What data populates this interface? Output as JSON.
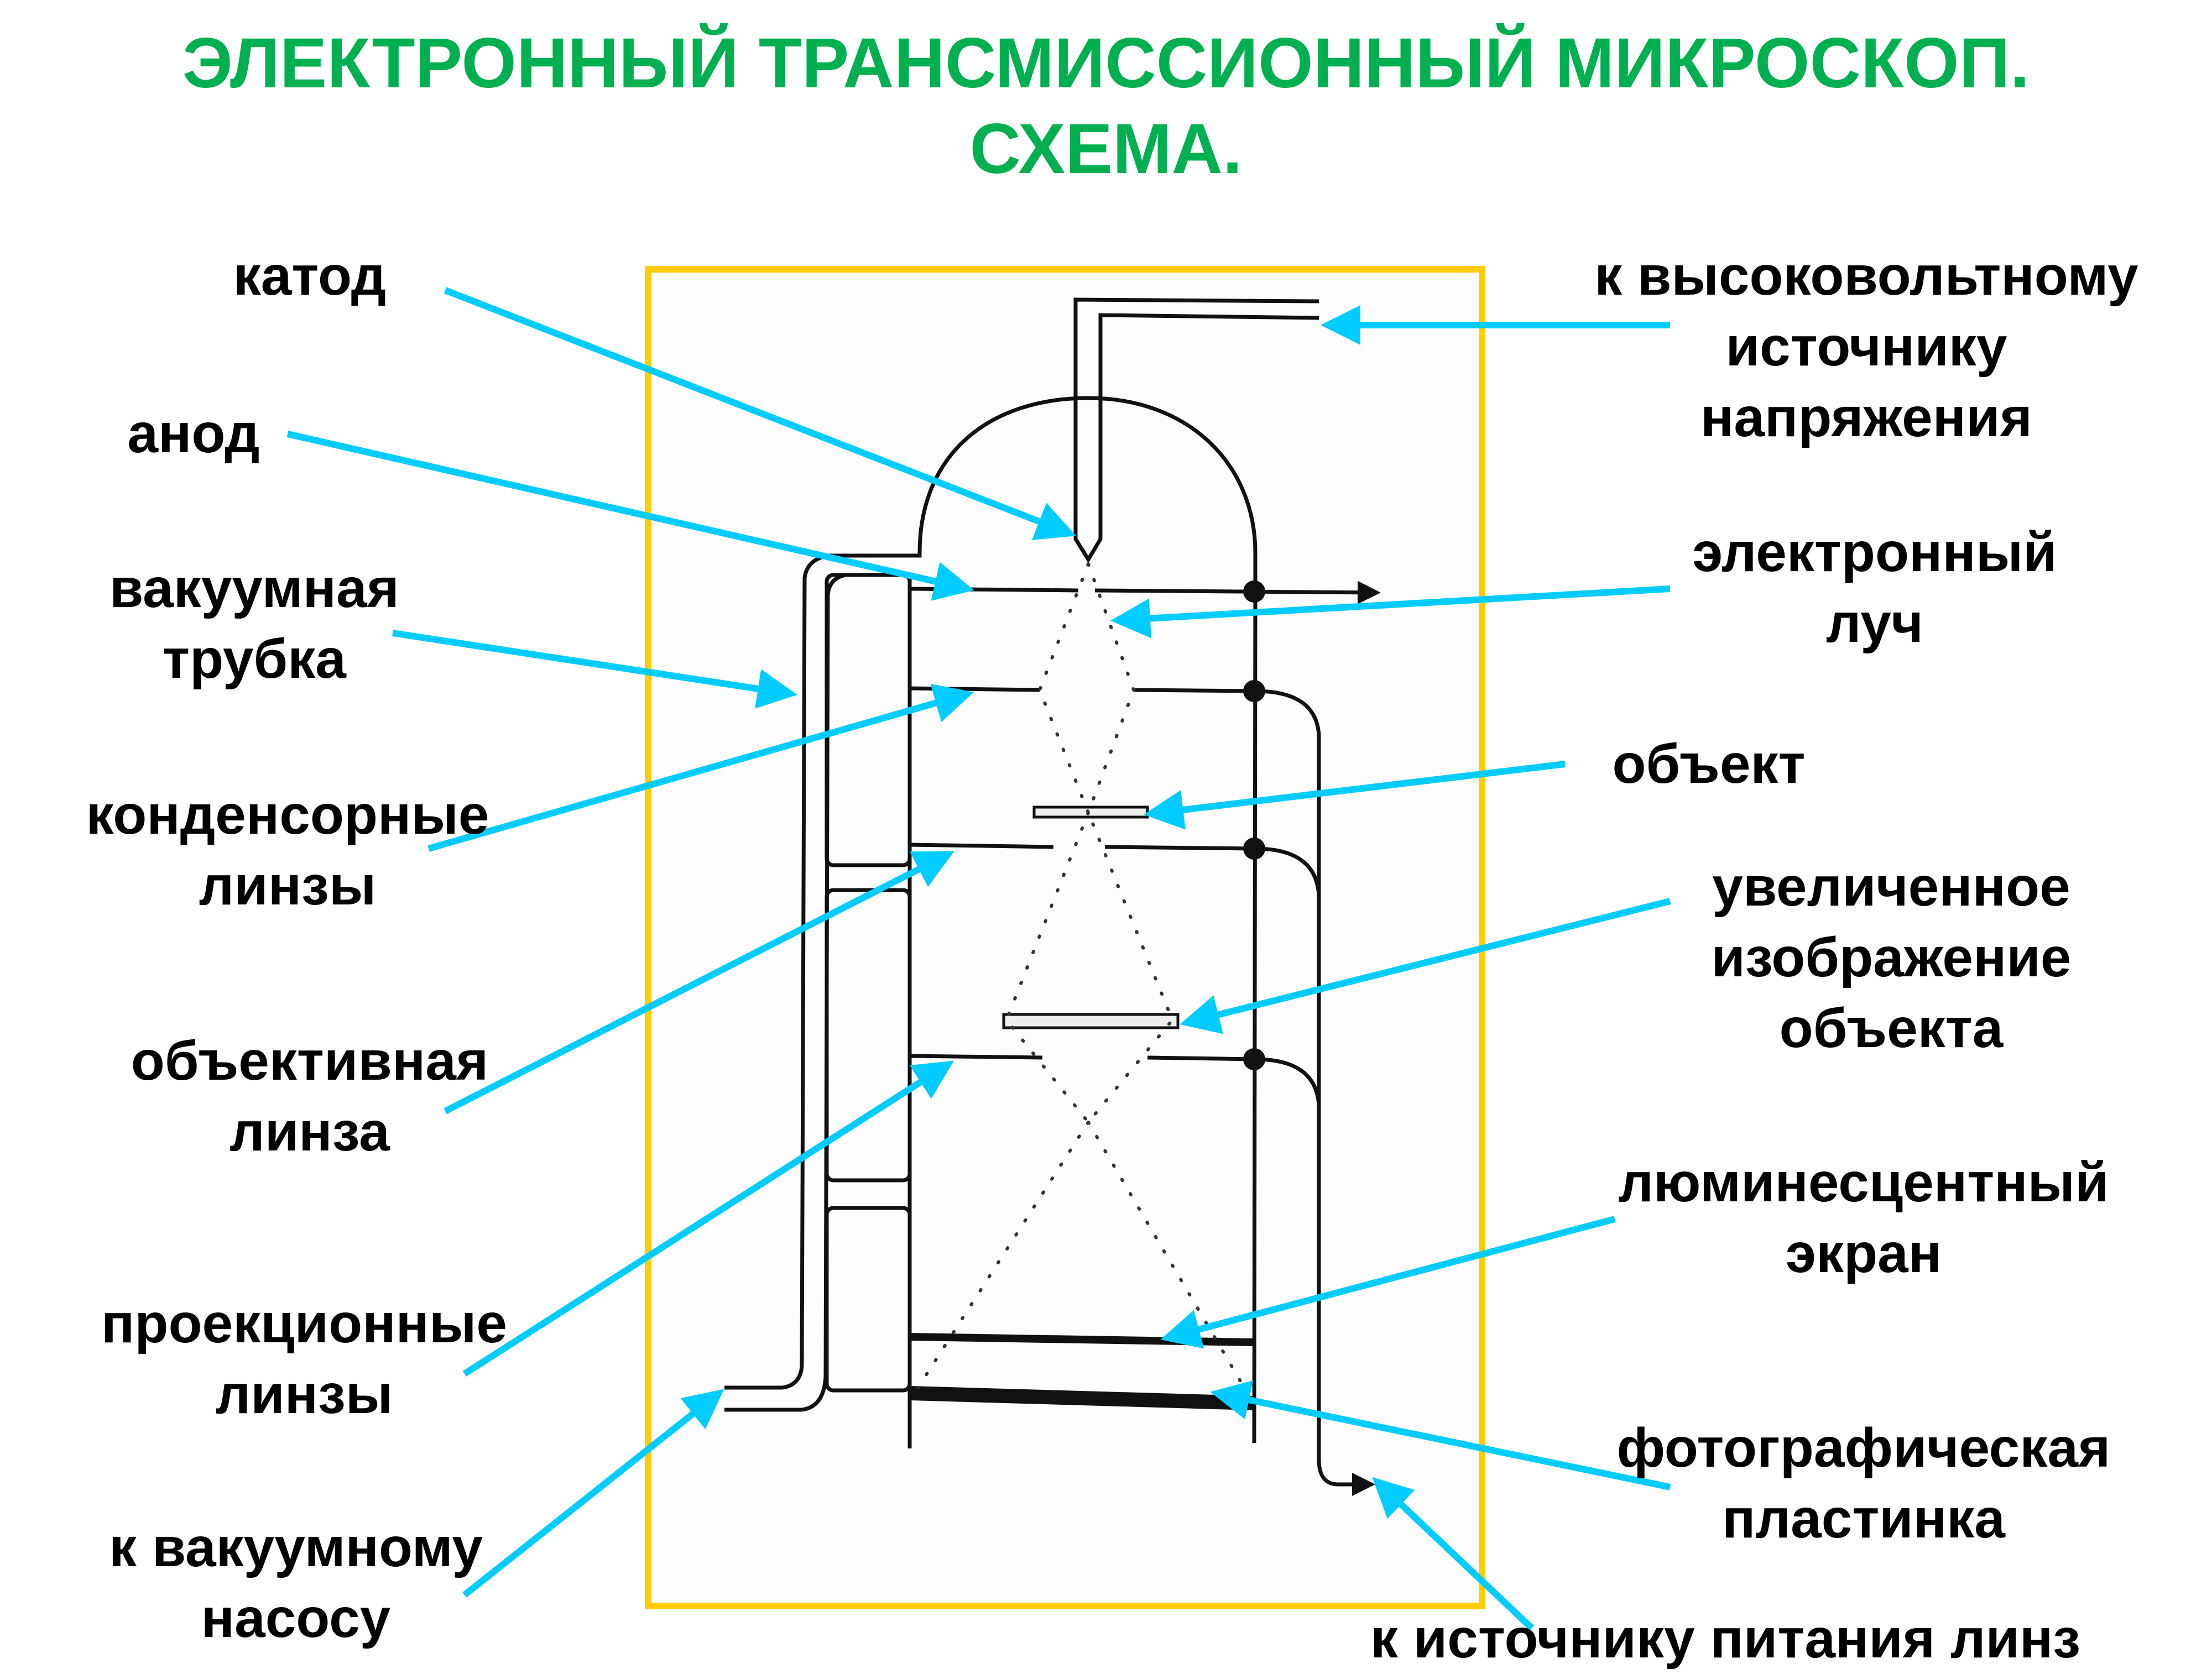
{
  "title": {
    "line1": "ЭЛЕКТРОННЫЙ ТРАНСМИССИОННЫЙ МИКРОСКОП.",
    "line2": "СХЕМА.",
    "color": "#00B050"
  },
  "colors": {
    "frame": "#FFCC00",
    "arrow": "#00CCFF",
    "drawing": "#111111"
  },
  "labels_left": [
    {
      "id": "cathode",
      "lines": [
        "катод"
      ]
    },
    {
      "id": "anode",
      "lines": [
        "анод"
      ]
    },
    {
      "id": "vacuum-tube",
      "lines": [
        "вакуумная",
        "трубка"
      ]
    },
    {
      "id": "condenser-lenses",
      "lines": [
        "конденсорные",
        "линзы"
      ]
    },
    {
      "id": "objective-lens",
      "lines": [
        "объективная",
        "линза"
      ]
    },
    {
      "id": "projection-lenses",
      "lines": [
        "проекционные",
        "линзы"
      ]
    },
    {
      "id": "to-vacuum-pump",
      "lines": [
        "к вакуумному",
        "насосу"
      ]
    }
  ],
  "labels_right": [
    {
      "id": "to-high-voltage-source",
      "lines": [
        "к высоковольтному",
        "источнику",
        "напряжения"
      ]
    },
    {
      "id": "electron-beam",
      "lines": [
        "электронный",
        "луч"
      ]
    },
    {
      "id": "object",
      "lines": [
        "объект"
      ]
    },
    {
      "id": "magnified-image",
      "lines": [
        "увеличенное",
        "изображение",
        "объекта"
      ]
    },
    {
      "id": "luminescent-screen",
      "lines": [
        "люминесцентный",
        "экран"
      ]
    },
    {
      "id": "photographic-plate",
      "lines": [
        "фотографическая",
        "пластинка"
      ]
    }
  ],
  "label_bottom": {
    "id": "to-lens-power-source",
    "lines": [
      "к источнику питания линз"
    ]
  }
}
